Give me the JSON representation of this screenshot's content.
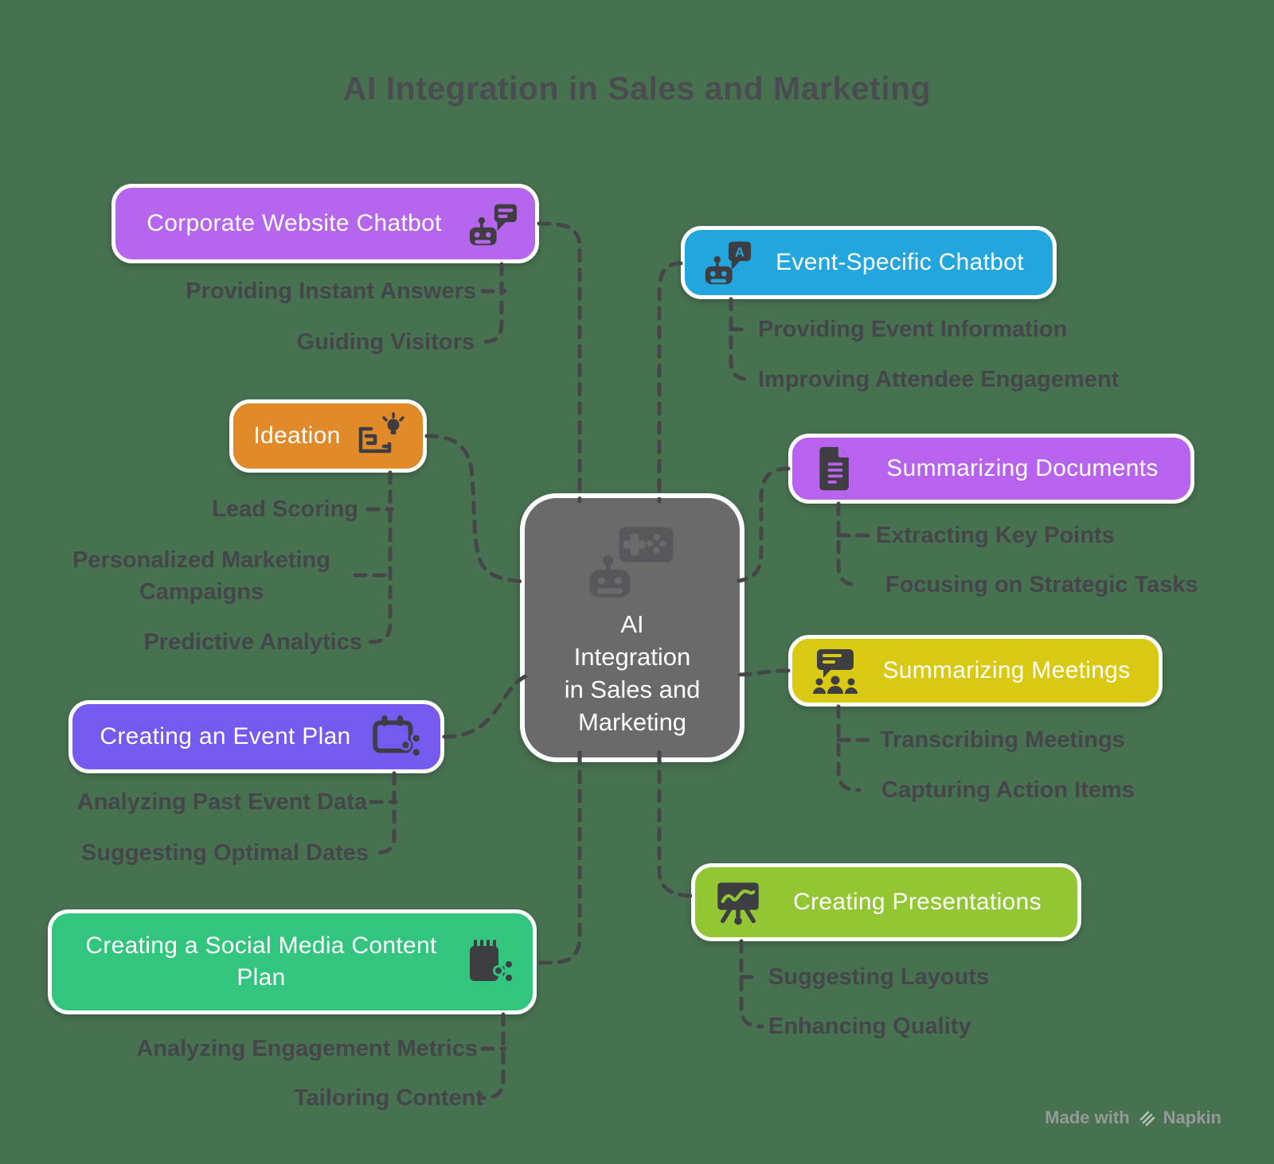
{
  "title": "AI Integration in Sales and Marketing",
  "background_color": "#477250",
  "connector_color": "#45454a",
  "center": {
    "color": "#6a6a6a",
    "icon": "robot-gamepad-icon",
    "lines": [
      "AI",
      "Integration",
      "in Sales and",
      "Marketing"
    ]
  },
  "branches": [
    {
      "label": "Corporate Website Chatbot",
      "color": "#b666ee",
      "icon": "chatbot-speech-bubble-icon",
      "children": [
        "Providing Instant Answers",
        "Guiding Visitors"
      ]
    },
    {
      "label": "Event-Specific Chatbot",
      "color": "#22a6dd",
      "icon": "chatbot-letter-bubble-icon",
      "children": [
        "Providing Event Information",
        "Improving Attendee Engagement"
      ]
    },
    {
      "label": "Ideation",
      "color": "#e08a2a",
      "icon": "whiteboard-lightbulb-icon",
      "children": [
        "Lead Scoring",
        "Personalized Marketing Campaigns",
        "Predictive Analytics"
      ]
    },
    {
      "label": "Summarizing Documents",
      "color": "#b763f0",
      "icon": "document-icon",
      "children": [
        "Extracting Key Points",
        "Focusing on Strategic Tasks"
      ]
    },
    {
      "label": "Summarizing Meetings",
      "color": "#d9c912",
      "icon": "meeting-presentation-icon",
      "children": [
        "Transcribing Meetings",
        "Capturing Action Items"
      ]
    },
    {
      "label": "Creating an Event Plan",
      "color": "#7659ee",
      "icon": "calendar-share-icon",
      "children": [
        "Analyzing Past Event Data",
        "Suggesting Optimal Dates"
      ]
    },
    {
      "label": "Creating a Social Media Content Plan",
      "color": "#32c57d",
      "icon": "notepad-share-icon",
      "children": [
        "Analyzing Engagement Metrics",
        "Tailoring Content"
      ]
    },
    {
      "label": "Creating Presentations",
      "color": "#92c733",
      "icon": "presentation-chart-icon",
      "children": [
        "Suggesting Layouts",
        "Enhancing Quality"
      ]
    }
  ],
  "watermark": {
    "prefix": "Made with",
    "brand": "Napkin"
  }
}
